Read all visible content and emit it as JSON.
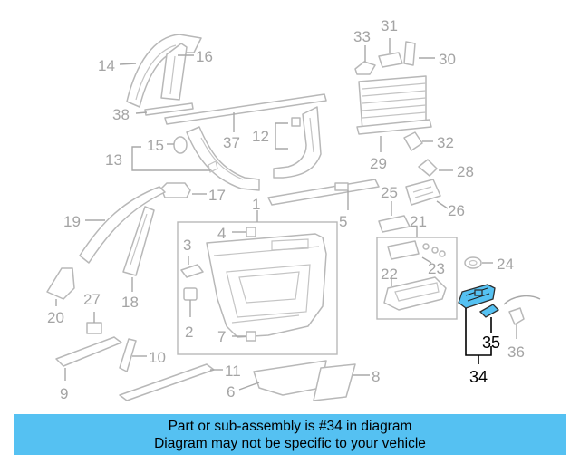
{
  "diagram": {
    "callouts": {
      "c1": "1",
      "c2": "2",
      "c3": "3",
      "c4": "4",
      "c5": "5",
      "c6": "6",
      "c7": "7",
      "c8": "8",
      "c9": "9",
      "c10": "10",
      "c11": "11",
      "c12": "12",
      "c13": "13",
      "c14": "14",
      "c15": "15",
      "c16": "16",
      "c17": "17",
      "c18": "18",
      "c19": "19",
      "c20": "20",
      "c21": "21",
      "c22": "22",
      "c23": "23",
      "c24": "24",
      "c25": "25",
      "c26": "26",
      "c27": "27",
      "c28": "28",
      "c29": "29",
      "c30": "30",
      "c31": "31",
      "c32": "32",
      "c33": "33",
      "c34": "34",
      "c35": "35",
      "c36": "36",
      "c37": "37",
      "c38": "38"
    },
    "highlighted_part": "34",
    "highlight_color": "#55c1f2"
  },
  "banner": {
    "line1": "Part or sub-assembly is #34 in diagram",
    "line2": "Diagram may not be specific to your vehicle",
    "background": "#55c1f2"
  }
}
